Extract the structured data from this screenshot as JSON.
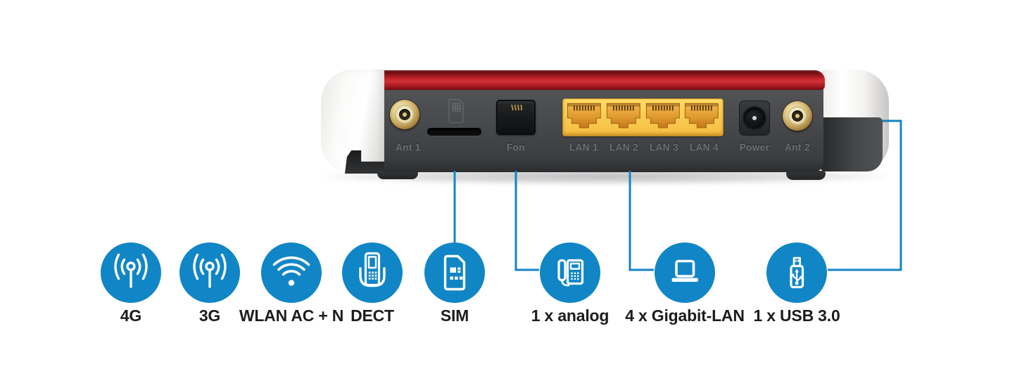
{
  "device": {
    "description": "router rear panel",
    "port_labels": {
      "ant1": "Ant 1",
      "fon": "Fon",
      "lan1": "LAN 1",
      "lan2": "LAN 2",
      "lan3": "LAN 3",
      "lan4": "LAN 4",
      "power": "Power",
      "ant2": "Ant 2"
    }
  },
  "features": [
    {
      "id": "4g",
      "label": "4G",
      "icon": "cellular-antenna-icon"
    },
    {
      "id": "3g",
      "label": "3G",
      "icon": "cellular-antenna-icon"
    },
    {
      "id": "wlan",
      "label": "WLAN AC + N",
      "icon": "wifi-icon"
    },
    {
      "id": "dect",
      "label": "DECT",
      "icon": "cordless-phone-icon"
    },
    {
      "id": "sim",
      "label": "SIM",
      "icon": "sim-card-icon"
    },
    {
      "id": "analog",
      "label": "1 x analog",
      "icon": "desk-phone-icon"
    },
    {
      "id": "gigabit",
      "label": "4 x Gigabit-LAN",
      "icon": "laptop-icon"
    },
    {
      "id": "usb",
      "label": "1 x USB 3.0",
      "icon": "usb-stick-icon"
    }
  ],
  "colors": {
    "accent_blue": "#1186c6",
    "line_blue": "#1583c5",
    "lan_yellow": "#f5bd42",
    "band_red": "#c0242a"
  }
}
